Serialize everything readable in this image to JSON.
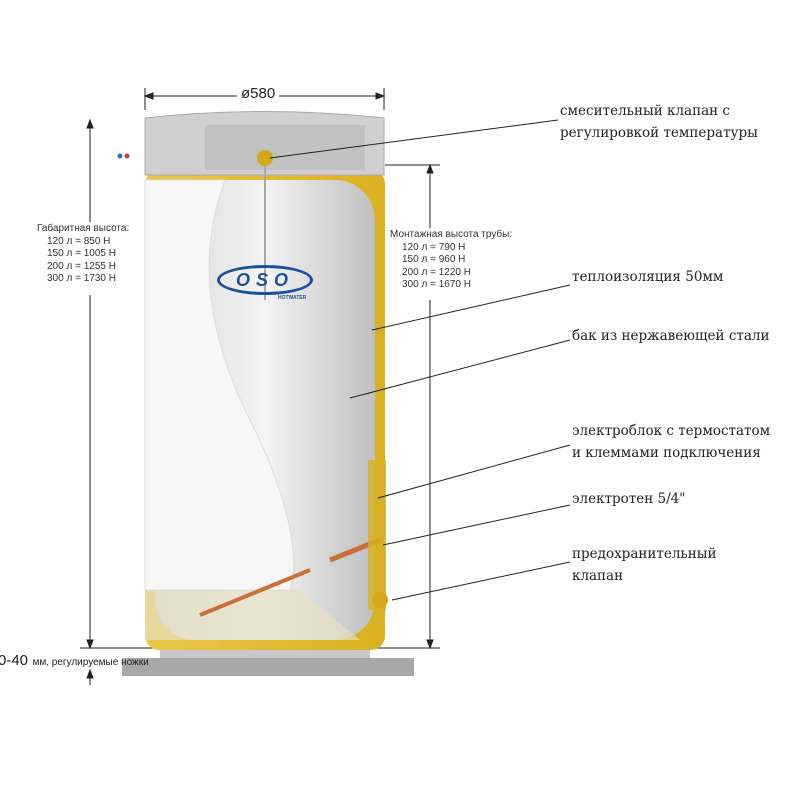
{
  "dimension_width": "ø580",
  "overall_height": {
    "title": "Габаритная высота:",
    "rows": [
      "120 л =   850 Н",
      "150 л = 1005 Н",
      "200 л = 1255 Н",
      "300 л = 1730 Н"
    ]
  },
  "pipe_height": {
    "title": "Монтажная высота трубы:",
    "rows": [
      "120 л =   790 Н",
      "150 л =   960 Н",
      "200 л = 1220 Н",
      "300 л = 1670 Н"
    ]
  },
  "feet_note": {
    "value": "0-40",
    "rest": "мм, регулируемые ножки"
  },
  "brand": {
    "logo": "OSO",
    "sub": "HOTWATER"
  },
  "callouts": [
    "смесительный клапан с регулировкой температуры",
    "теплоизоляция 50мм",
    "бак из нержавеющей стали",
    "электроблок с термостатом и клеммами подключения",
    "электротен 5/4\"",
    "предохранительный клапан"
  ],
  "callout_lines": {
    "mixer": [
      "смесительный клапан с",
      "регулировкой температуры"
    ],
    "block": [
      "электроблок с термостатом",
      "и клеммами подключения"
    ],
    "valve": [
      "предохранительный",
      "клапан"
    ]
  }
}
